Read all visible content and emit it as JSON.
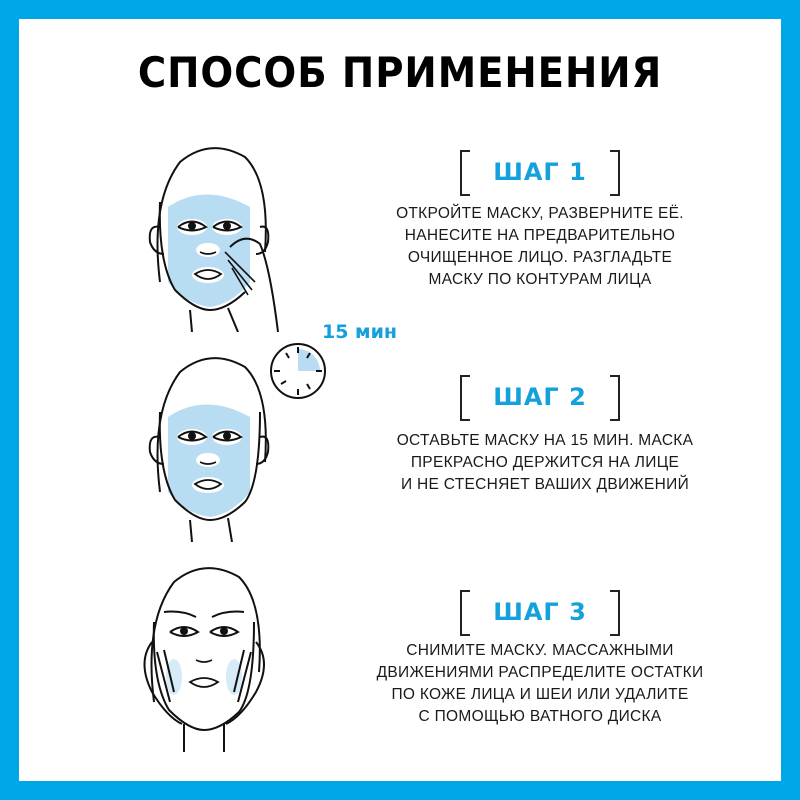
{
  "title": "СПОСОБ ПРИМЕНЕНИЯ",
  "colors": {
    "border": "#00a7e6",
    "accent": "#14a0dc",
    "mask": "#b8dcf2",
    "text": "#1a1a1a"
  },
  "timer": {
    "label": "15 мин",
    "icon": "clock-icon"
  },
  "steps": [
    {
      "label": "ШАГ 1",
      "text": "ОТКРОЙТЕ МАСКУ, РАЗВЕРНИТЕ ЕЁ.\nНАНЕСИТЕ НА ПРЕДВАРИТЕЛЬНО\nОЧИЩЕННОЕ ЛИЦО. РАЗГЛАДЬТЕ\nМАСКУ ПО КОНТУРАМ ЛИЦА",
      "illustration": "face-applying-mask-icon"
    },
    {
      "label": "ШАГ 2",
      "text": "ОСТАВЬТЕ МАСКУ НА 15 МИН. МАСКА\nПРЕКРАСНО ДЕРЖИТСЯ НА ЛИЦЕ\nИ НЕ СТЕСНЯЕТ ВАШИХ ДВИЖЕНИЙ",
      "illustration": "face-with-mask-icon"
    },
    {
      "label": "ШАГ 3",
      "text": "СНИМИТЕ МАСКУ. МАССАЖНЫМИ\nДВИЖЕНИЯМИ РАСПРЕДЕЛИТЕ ОСТАТКИ\nПО КОЖЕ ЛИЦА И ШЕИ ИЛИ УДАЛИТЕ\nС ПОМОЩЬЮ ВАТНОГО ДИСКА",
      "illustration": "face-massaging-icon"
    }
  ]
}
